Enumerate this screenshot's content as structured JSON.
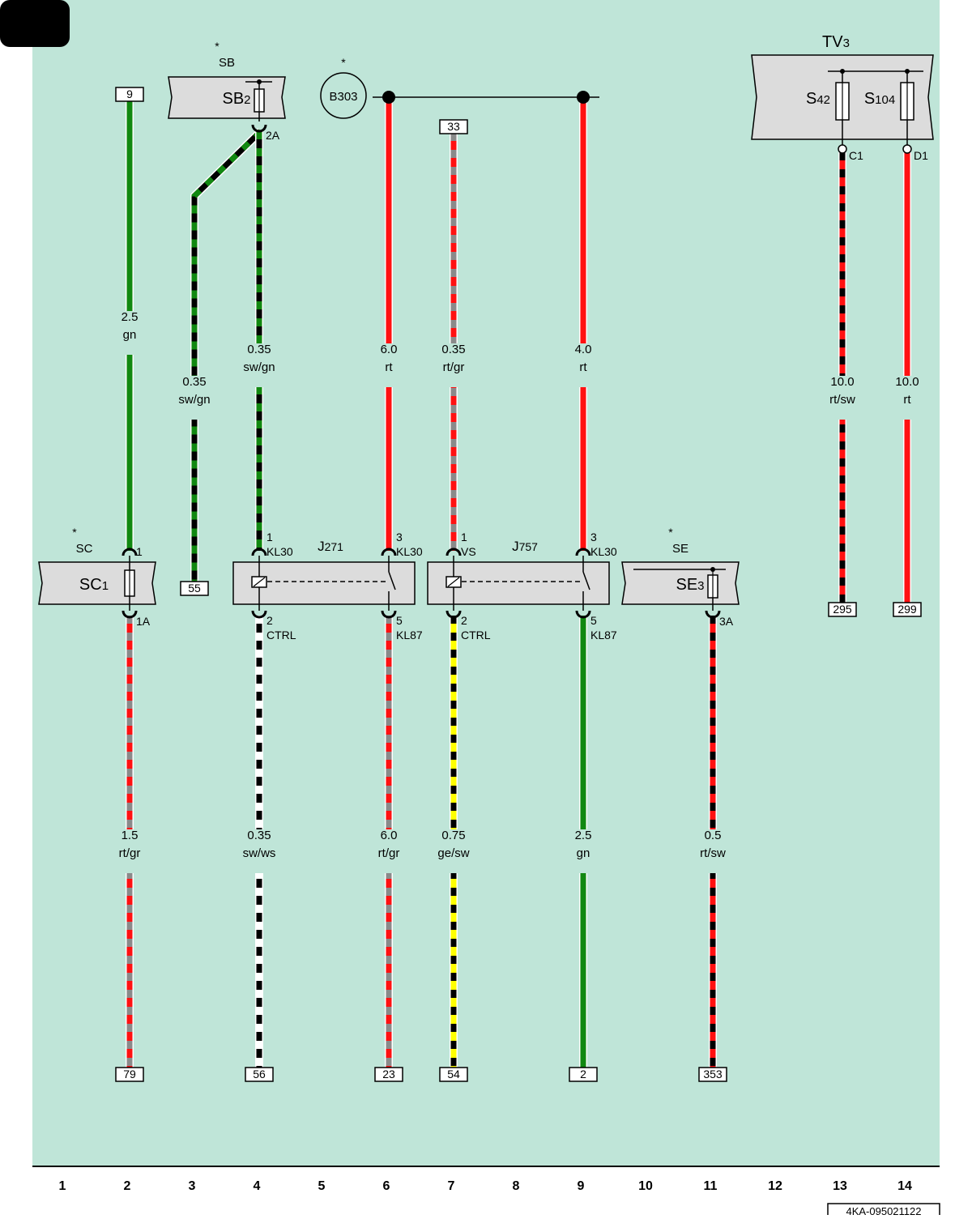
{
  "diagram": {
    "doc_code": "4KA-095021122",
    "columns": [
      "1",
      "2",
      "3",
      "4",
      "5",
      "6",
      "7",
      "8",
      "9",
      "10",
      "11",
      "12",
      "13",
      "14"
    ],
    "colors": {
      "background": "#bfe5d8",
      "box_fill": "#dcdcdc",
      "sw": "#000000",
      "gn": "#118811",
      "rt": "#ff1111",
      "gr": "#8a8a8a",
      "ws": "#ffffff",
      "ge": "#ffff00"
    },
    "stars": {
      "sb": "*",
      "b303": "*",
      "sc": "*",
      "se": "*"
    },
    "components": {
      "sb_group": "SB",
      "sb2_main": "SB",
      "sb2_sub": "2",
      "sc_group": "SC",
      "sc1_main": "SC",
      "sc1_sub": "1",
      "se_group": "SE",
      "se3_main": "SE",
      "se3_sub": "3",
      "b303": "B303",
      "j271_main": "J",
      "j271_sub": "271",
      "j757_main": "J",
      "j757_sub": "757",
      "tv3_main": "TV",
      "tv3_sub": "3",
      "s42_main": "S",
      "s42_sub": "42",
      "s104_main": "S",
      "s104_sub": "104"
    },
    "pins": [
      {
        "id": "sc1-top",
        "text": "1"
      },
      {
        "id": "sc1-bot",
        "text": "1A"
      },
      {
        "id": "sb2",
        "text": "2A"
      },
      {
        "id": "j271-1",
        "text": "1"
      },
      {
        "id": "j271-1n",
        "text": "KL30"
      },
      {
        "id": "j271-3",
        "text": "3"
      },
      {
        "id": "j271-3n",
        "text": "KL30"
      },
      {
        "id": "j271-2",
        "text": "2"
      },
      {
        "id": "j271-2n",
        "text": "CTRL"
      },
      {
        "id": "j271-5",
        "text": "5"
      },
      {
        "id": "j271-5n",
        "text": "KL87"
      },
      {
        "id": "j757-1",
        "text": "1"
      },
      {
        "id": "j757-1n",
        "text": "VS"
      },
      {
        "id": "j757-3",
        "text": "3"
      },
      {
        "id": "j757-3n",
        "text": "KL30"
      },
      {
        "id": "j757-2",
        "text": "2"
      },
      {
        "id": "j757-2n",
        "text": "CTRL"
      },
      {
        "id": "j757-5",
        "text": "5"
      },
      {
        "id": "j757-5n",
        "text": "KL87"
      },
      {
        "id": "se3",
        "text": "3A"
      },
      {
        "id": "c1",
        "text": "C1"
      },
      {
        "id": "d1",
        "text": "D1"
      }
    ],
    "connectors": [
      {
        "id": "c-9",
        "text": "9"
      },
      {
        "id": "c-33",
        "text": "33"
      },
      {
        "id": "c-55",
        "text": "55"
      },
      {
        "id": "c-295",
        "text": "295"
      },
      {
        "id": "c-299",
        "text": "299"
      },
      {
        "id": "c-79",
        "text": "79"
      },
      {
        "id": "c-56",
        "text": "56"
      },
      {
        "id": "c-23",
        "text": "23"
      },
      {
        "id": "c-54",
        "text": "54"
      },
      {
        "id": "c-2",
        "text": "2"
      },
      {
        "id": "c-353",
        "text": "353"
      }
    ],
    "wires": [
      {
        "id": "w-c2-top",
        "size": "2.5",
        "code": "gn",
        "colors": [
          "gn"
        ]
      },
      {
        "id": "w-c3",
        "size": "0.35",
        "code": "sw/gn",
        "colors": [
          "sw",
          "gn"
        ]
      },
      {
        "id": "w-c4-top",
        "size": "0.35",
        "code": "sw/gn",
        "colors": [
          "sw",
          "gn"
        ]
      },
      {
        "id": "w-c6-top",
        "size": "6.0",
        "code": "rt",
        "colors": [
          "rt"
        ]
      },
      {
        "id": "w-c7-top",
        "size": "0.35",
        "code": "rt/gr",
        "colors": [
          "rt",
          "gr"
        ]
      },
      {
        "id": "w-c9-top",
        "size": "4.0",
        "code": "rt",
        "colors": [
          "rt"
        ]
      },
      {
        "id": "w-c13",
        "size": "10.0",
        "code": "rt/sw",
        "colors": [
          "rt",
          "sw"
        ]
      },
      {
        "id": "w-c14",
        "size": "10.0",
        "code": "rt",
        "colors": [
          "rt"
        ]
      },
      {
        "id": "w-c2-bot",
        "size": "1.5",
        "code": "rt/gr",
        "colors": [
          "rt",
          "gr"
        ]
      },
      {
        "id": "w-c4-bot",
        "size": "0.35",
        "code": "sw/ws",
        "colors": [
          "sw",
          "ws"
        ]
      },
      {
        "id": "w-c6-bot",
        "size": "6.0",
        "code": "rt/gr",
        "colors": [
          "rt",
          "gr"
        ]
      },
      {
        "id": "w-c7-bot",
        "size": "0.75",
        "code": "ge/sw",
        "colors": [
          "ge",
          "sw"
        ]
      },
      {
        "id": "w-c9-bot",
        "size": "2.5",
        "code": "gn",
        "colors": [
          "gn"
        ]
      },
      {
        "id": "w-c11",
        "size": "0.5",
        "code": "rt/sw",
        "colors": [
          "rt",
          "sw"
        ]
      }
    ]
  }
}
